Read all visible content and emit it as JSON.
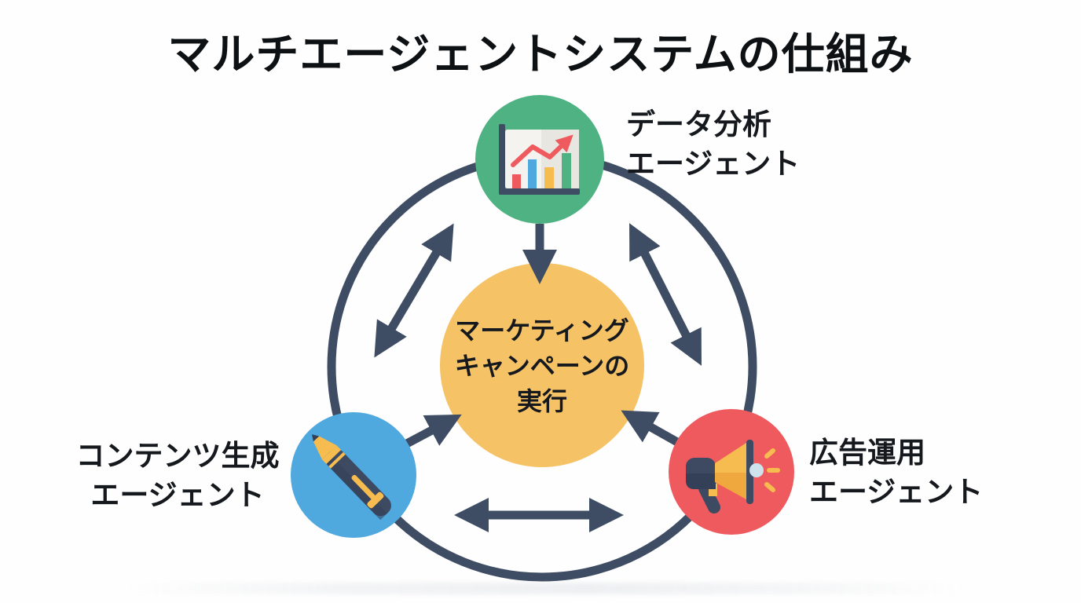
{
  "title": "マルチエージェントシステムの仕組み",
  "center_node": {
    "line1": "マーケティング",
    "line2": "キャンペーンの",
    "line3": "実行"
  },
  "agents": [
    {
      "name": "data-analysis-agent",
      "label_line1": "データ分析",
      "label_line2": "エージェント",
      "icon": "bar-chart-icon",
      "color": "#4FB283"
    },
    {
      "name": "content-generation-agent",
      "label_line1": "コンテンツ生成",
      "label_line2": "エージェント",
      "icon": "pen-icon",
      "color": "#4FA8DE"
    },
    {
      "name": "ad-operations-agent",
      "label_line1": "広告運用",
      "label_line2": "エージェント",
      "icon": "megaphone-icon",
      "color": "#EF5A5F"
    }
  ],
  "colors": {
    "c-bg": "#FEFEFE",
    "c-title": "#0E1114",
    "c-label": "#15181D",
    "c-slate": "#3E4D63",
    "c-green": "#4FB283",
    "c-blue": "#4FA8DE",
    "c-red": "#EF5A5F",
    "c-yellow": "#F5C266",
    "c-icon-card": "#F4F3EF",
    "c-icon-card-shade": "#E7E6E1",
    "c-icon-yellow": "#F6BC4F",
    "c-icon-yellow-deep": "#EFA83E",
    "c-icon-navy": "#3D4A61",
    "c-icon-navy-deep": "#344058",
    "c-icon-light": "#CFE3EC"
  }
}
